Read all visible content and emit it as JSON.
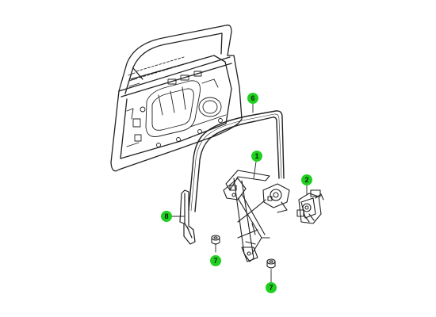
{
  "callouts": [
    {
      "id": "c1",
      "label": "1"
    },
    {
      "id": "c2",
      "label": "2"
    },
    {
      "id": "c6",
      "label": "6"
    },
    {
      "id": "c8",
      "label": "8"
    },
    {
      "id": "c7a",
      "label": "7"
    },
    {
      "id": "c7b",
      "label": "7"
    }
  ],
  "colors": {
    "callout_fill": "#1fd11f",
    "line": "#222222",
    "background": "#ffffff"
  }
}
